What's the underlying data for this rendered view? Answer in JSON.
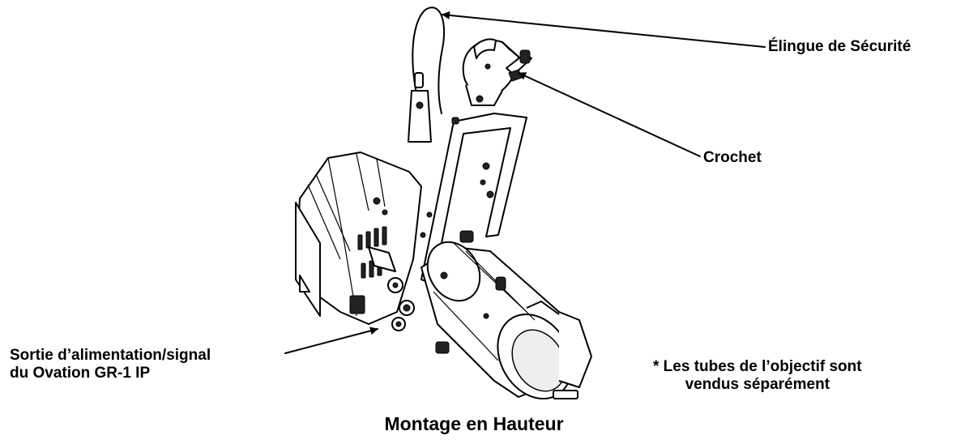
{
  "labels": {
    "safety_cable": "Élingue de Sécurité",
    "clamp": "Crochet",
    "output_line1": "Sortie d’alimentation/signal",
    "output_line2": "du Ovation GR-1 IP",
    "note_line1": "* Les tubes de l’objectif sont",
    "note_line2": "vendus séparément"
  },
  "caption": "Montage en Hauteur",
  "colors": {
    "line": "#000000",
    "background": "#ffffff"
  }
}
